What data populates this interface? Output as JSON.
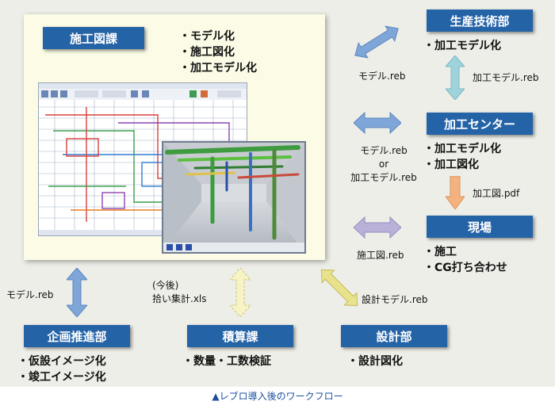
{
  "main_panel": {
    "title": "施工図課",
    "items": [
      "モデル化",
      "施工図化",
      "加工モデル化"
    ]
  },
  "departments": {
    "seisan": {
      "title": "生産技術部",
      "items": [
        "加工モデル化"
      ]
    },
    "kakou": {
      "title": "加工センター",
      "items": [
        "加工モデル化",
        "加工図化"
      ]
    },
    "genba": {
      "title": "現場",
      "items": [
        "施工",
        "CG打ち合わせ"
      ]
    },
    "kikaku": {
      "title": "企画推進部",
      "items": [
        "仮設イメージ化",
        "竣工イメージ化"
      ]
    },
    "sekisan": {
      "title": "積算課",
      "items": [
        "数量・工数検証"
      ]
    },
    "sekkei": {
      "title": "設計部",
      "items": [
        "設計図化"
      ]
    }
  },
  "flow_labels": {
    "to_seisan": "モデル.reb",
    "seisan_kakou": "加工モデル.reb",
    "to_kakou_1": "モデル.reb",
    "to_kakou_2": "or",
    "to_kakou_3": "加工モデル.reb",
    "kakou_genba": "加工図.pdf",
    "to_genba": "施工図.reb",
    "to_kikaku": "モデル.reb",
    "to_sekisan_1": "(今後)",
    "to_sekisan_2": "拾い集計.xls",
    "to_sekkei": "設計モデル.reb"
  },
  "caption": "▲レブロ導入後のワークフロー",
  "colors": {
    "header_blue": "#2563a7",
    "panel_bg": "#fbfbe6",
    "arrow_blue": "#7ea6d8",
    "arrow_teal": "#9fd3dc",
    "arrow_orange": "#f4b27e",
    "arrow_purple": "#b9b1d8",
    "arrow_yellow": "#e9e28c",
    "arrow_lightyellow": "#f6f3c4"
  }
}
